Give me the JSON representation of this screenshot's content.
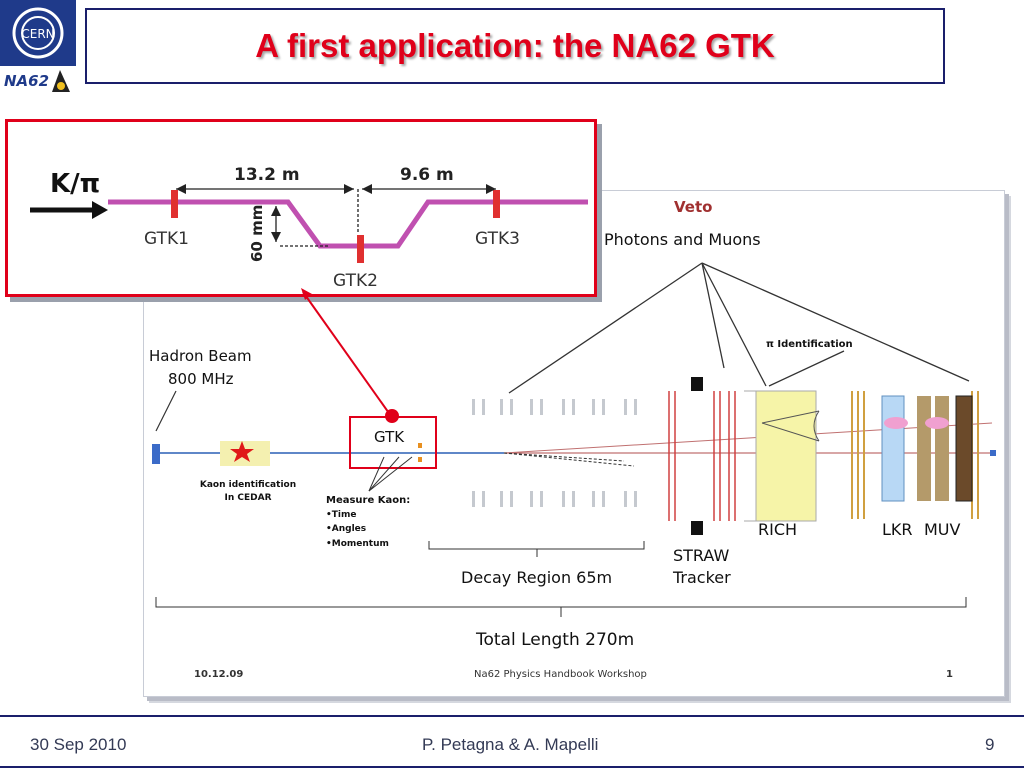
{
  "slide": {
    "title": "A first application: the NA62 GTK"
  },
  "logo": {
    "cern_text": "CERN",
    "na62_text": "NA62"
  },
  "inset": {
    "beam_label": "K/π",
    "dist_left": "13.2 m",
    "dist_right": "9.6 m",
    "depth": "60 mm",
    "gtk1": "GTK1",
    "gtk2": "GTK2",
    "gtk3": "GTK3"
  },
  "diagram": {
    "veto": "Veto",
    "photons_muons": "Photons and Muons",
    "pi_id": "π Identification",
    "hadron_beam": "Hadron Beam",
    "beam_rate": "800 MHz",
    "gtk": "GTK",
    "kaon_id_1": "Kaon identification",
    "kaon_id_2": "In CEDAR",
    "measure_title": "Measure Kaon:",
    "measure_items": [
      "•Time",
      "•Angles",
      "•Momentum"
    ],
    "decay_region": "Decay Region 65m",
    "straw_1": "STRAW",
    "straw_2": "Tracker",
    "rich": "RICH",
    "lkr": "LKR",
    "muv": "MUV",
    "total_length": "Total Length 270m",
    "foot_date": "10.12.09",
    "foot_workshop": "Na62 Physics Handbook Workshop",
    "foot_page": "1"
  },
  "footer": {
    "date": "30 Sep 2010",
    "authors": "P. Petagna & A. Mapelli",
    "page": "9"
  },
  "colors": {
    "title_red": "#e0001a",
    "frame_navy": "#1a1f6b",
    "beam_pink": "#c050b0",
    "gtk_red": "#e03030"
  }
}
